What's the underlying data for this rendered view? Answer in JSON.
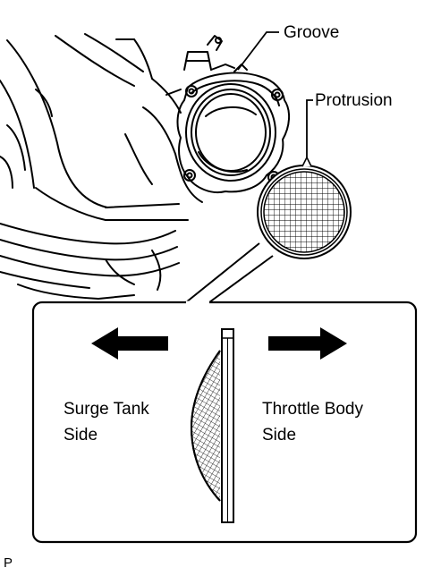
{
  "labels": {
    "groove": "Groove",
    "protrusion": "Protrusion",
    "surge_tank_line1": "Surge Tank",
    "surge_tank_line2": "Side",
    "throttle_body_line1": "Throttle Body",
    "throttle_body_line2": "Side",
    "figure_code": "P"
  },
  "icons": {
    "left_arrow": "arrow-left-icon",
    "right_arrow": "arrow-right-icon"
  },
  "colors": {
    "line": "#000000",
    "background": "#ffffff"
  }
}
